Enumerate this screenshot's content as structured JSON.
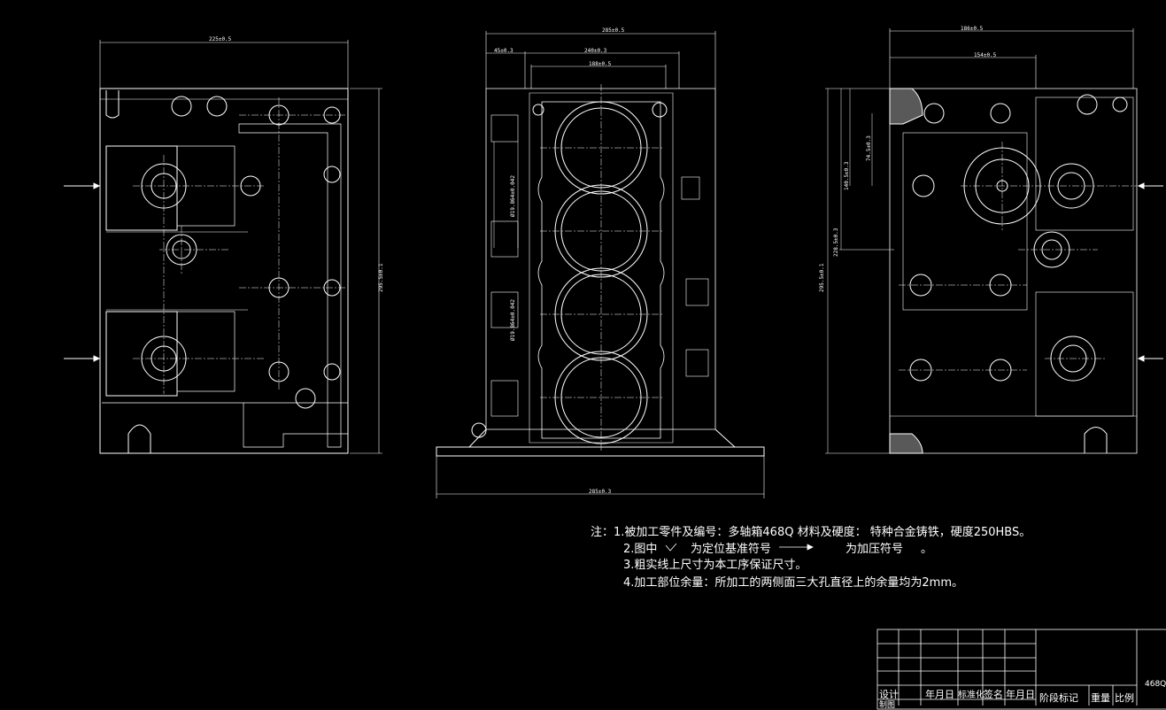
{
  "dims": {
    "left_width": "225±0.5",
    "left_height": "295.5±0.1",
    "mid_total": "285±0.5",
    "mid_left": "45±0.3",
    "mid_inner": "240±0.3",
    "mid_inner2": "188±0.5",
    "mid_bottom": "285±0.3",
    "mid_bore1": "Ø19.864±0.042",
    "mid_bore2": "Ø19.864±0.042",
    "right_top1": "186±0.5",
    "right_top2": "154±0.5",
    "right_v1": "295.5±0.1",
    "right_v2": "228.5±0.3",
    "right_v3": "140.5±0.3",
    "right_v4": "74.5±0.3"
  },
  "notes": {
    "line1": "注：1.被加工零件及编号：多轴箱468Q 材料及硬度： 特种合金铸铁，硬度250HBS。",
    "line2a": "2.图中",
    "line2b": "为定位基准符号",
    "line2c": "为加压符号",
    "line2d": "。",
    "line3": "3.粗实线上尺寸为本工序保证尺寸。",
    "line4": "4.加工部位余量：所加工的两侧面三大孔直径上的余量均为2mm。"
  },
  "title_block": {
    "design": "设计",
    "draw": "制图",
    "date1": "年月日",
    "std": "标准化",
    "sign": "签名",
    "date2": "年月日",
    "stage": "阶段标记",
    "weight": "重量",
    "scale": "比例",
    "code": "468Q"
  }
}
